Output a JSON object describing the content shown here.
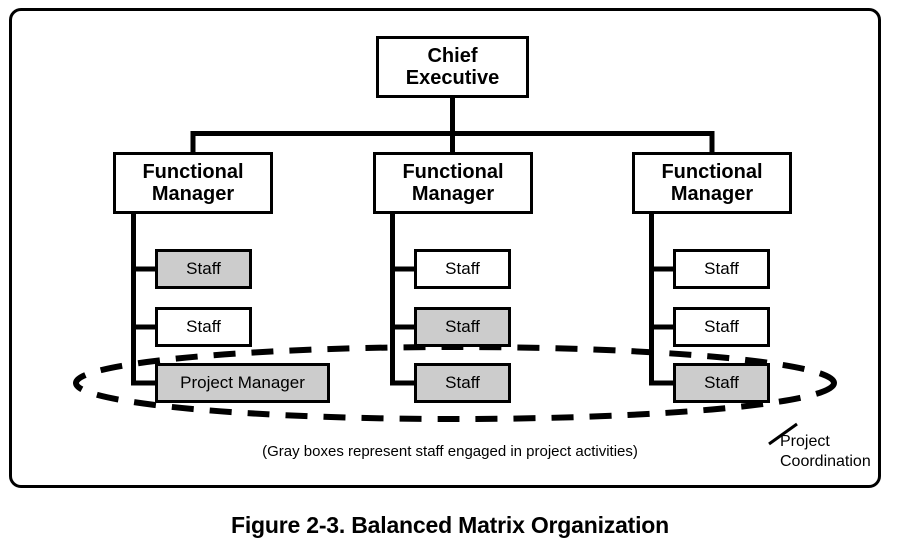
{
  "figure": {
    "caption": "Figure 2-3. Balanced Matrix Organization",
    "legend_note": "(Gray boxes represent staff engaged in project activities)",
    "coordination_label": "Project\nCoordination",
    "coordination_label_line1": "Project",
    "coordination_label_line2": "Coordination"
  },
  "colors": {
    "gray_fill": "#cccccc",
    "white_fill": "#ffffff",
    "line": "#000000",
    "frame": "#000000"
  },
  "chart_data": {
    "type": "diagram",
    "subtype": "organization-chart",
    "title": "Figure 2-3. Balanced Matrix Organization",
    "note": "(Gray boxes represent staff engaged in project activities)",
    "annotation": "Project Coordination",
    "root": {
      "id": "chief-executive",
      "label": "Chief\nExecutive",
      "label_line1": "Chief",
      "label_line2": "Executive",
      "fill": "white"
    },
    "columns": [
      {
        "id": "fm-0",
        "manager": {
          "label": "Functional\nManager",
          "label_line1": "Functional",
          "label_line2": "Manager",
          "fill": "white"
        },
        "reports": [
          {
            "id": "s0-0",
            "label": "Staff",
            "fill": "gray",
            "in_project": true
          },
          {
            "id": "s0-1",
            "label": "Staff",
            "fill": "white",
            "in_project": false
          },
          {
            "id": "s0-2",
            "label": "Project Manager",
            "fill": "gray",
            "in_project": true,
            "wide": true
          }
        ]
      },
      {
        "id": "fm-1",
        "manager": {
          "label": "Functional\nManager",
          "label_line1": "Functional",
          "label_line2": "Manager",
          "fill": "white"
        },
        "reports": [
          {
            "id": "s1-0",
            "label": "Staff",
            "fill": "white",
            "in_project": false
          },
          {
            "id": "s1-1",
            "label": "Staff",
            "fill": "gray",
            "in_project": true
          },
          {
            "id": "s1-2",
            "label": "Staff",
            "fill": "gray",
            "in_project": true
          }
        ]
      },
      {
        "id": "fm-2",
        "manager": {
          "label": "Functional\nManager",
          "label_line1": "Functional",
          "label_line2": "Manager",
          "fill": "white"
        },
        "reports": [
          {
            "id": "s2-0",
            "label": "Staff",
            "fill": "white",
            "in_project": false
          },
          {
            "id": "s2-1",
            "label": "Staff",
            "fill": "white",
            "in_project": false
          },
          {
            "id": "s2-2",
            "label": "Staff",
            "fill": "gray",
            "in_project": true
          }
        ]
      }
    ],
    "project_coordination_boundary": {
      "shape": "dashed-ellipse",
      "encloses": [
        "s0-2",
        "s1-2",
        "s2-2"
      ],
      "label": "Project Coordination"
    }
  }
}
